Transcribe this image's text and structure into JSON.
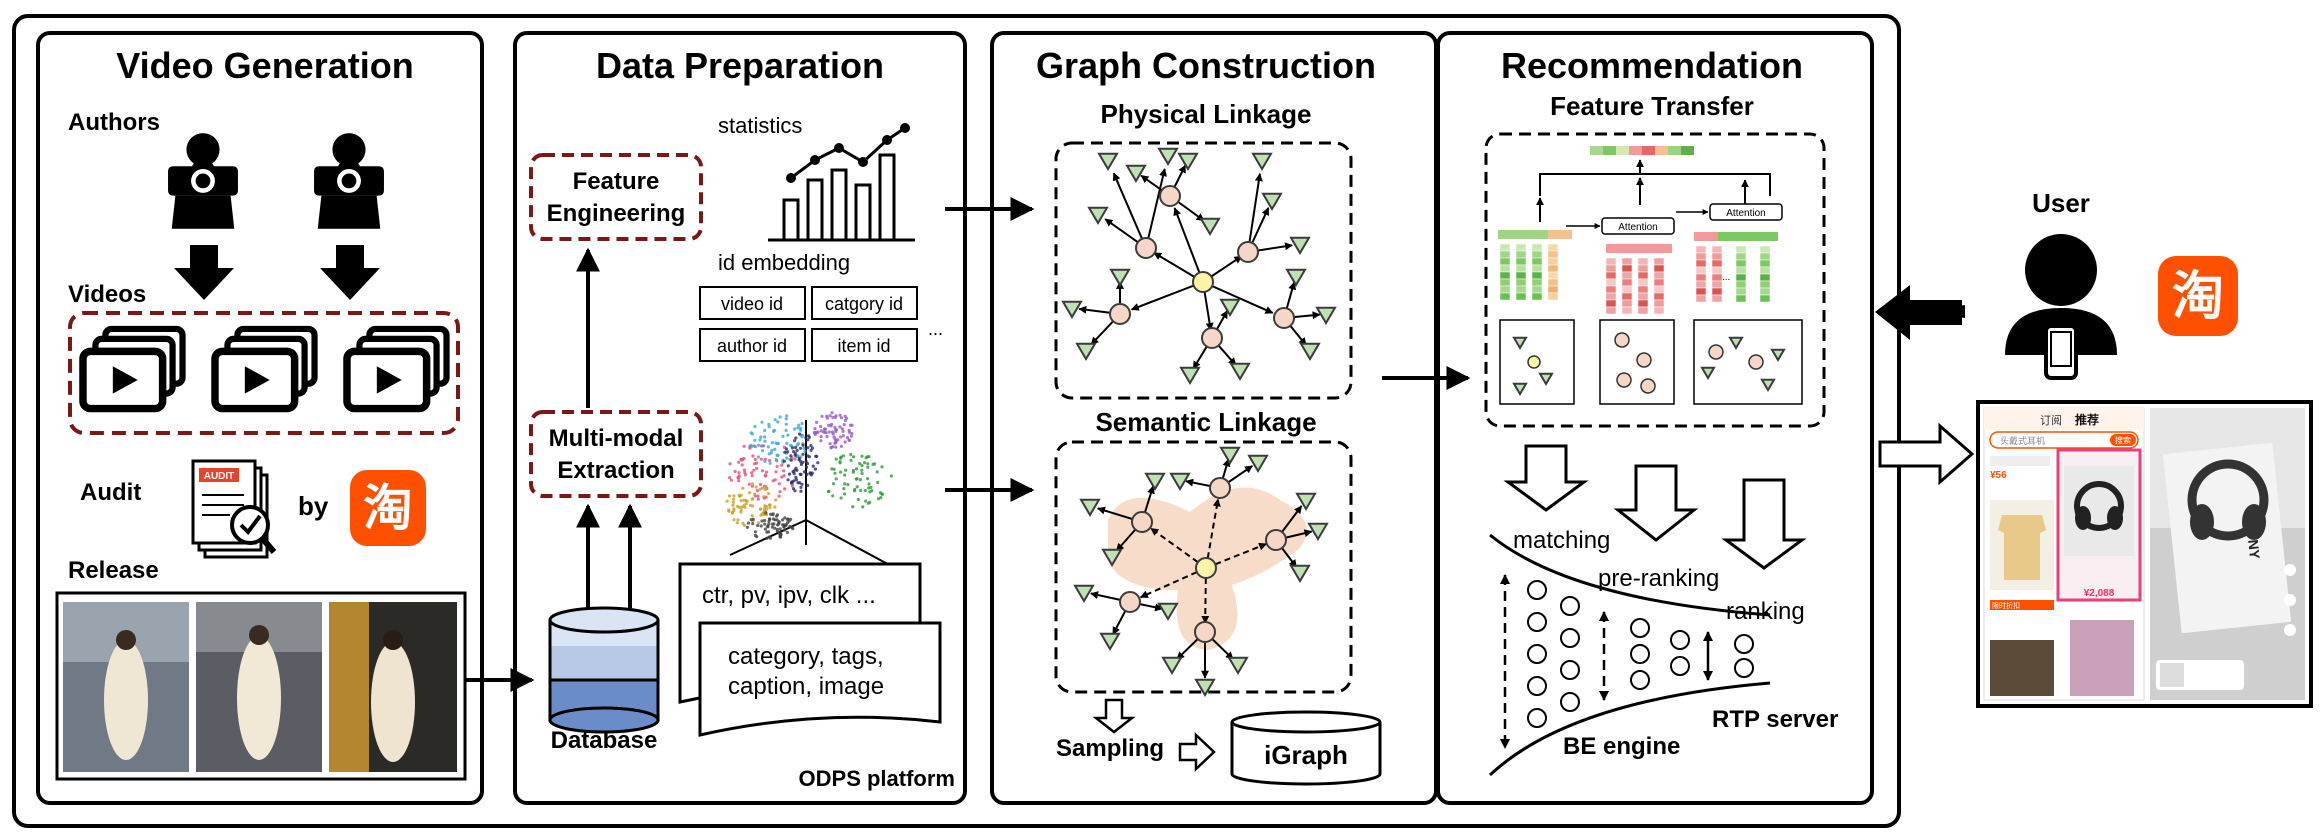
{
  "panels": {
    "video_generation": {
      "title": "Video Generation",
      "authors_label": "Authors",
      "videos_label": "Videos",
      "audit_label": "Audit",
      "audit_badge": "AUDIT",
      "by_label": "by",
      "release_label": "Release"
    },
    "data_preparation": {
      "title": "Data Preparation",
      "feature_engineering": [
        "Feature",
        "Engineering"
      ],
      "multimodal_extraction": [
        "Multi-modal",
        "Extraction"
      ],
      "statistics_label": "statistics",
      "id_embedding_label": "id embedding",
      "id_boxes": [
        "video id",
        "catgory id",
        "author id",
        "item id"
      ],
      "id_ellipsis": "...",
      "doc_back": "ctr, pv, ipv, clk ...",
      "doc_front": [
        "category, tags,",
        "caption, image"
      ],
      "database_label": "Database",
      "platform_label": "ODPS platform"
    },
    "graph_construction": {
      "title": "Graph Construction",
      "physical_linkage": "Physical Linkage",
      "semantic_linkage": "Semantic Linkage",
      "sampling_label": "Sampling",
      "igraph_label": "iGraph"
    },
    "recommendation": {
      "title": "Recommendation",
      "feature_transfer": "Feature Transfer",
      "attention_label": "Attention",
      "attention_label_2": "Attention",
      "dots": "...",
      "matching": "matching",
      "pre_ranking": "pre-ranking",
      "ranking": "ranking",
      "be_engine": "BE engine",
      "rtp_server": "RTP server"
    },
    "user": {
      "label": "User",
      "app_glyph": "淘"
    },
    "phone_ui": {
      "tab_recommend": "推荐",
      "tab_follow": "订阅",
      "search_placeholder": "头戴式耳机",
      "search_button": "搜索",
      "price_1": "¥56",
      "price_2": "¥2,088",
      "brand_text": "SONY",
      "promo_label": "限时折扣"
    }
  },
  "colors": {
    "dashed_red": "#7a1818",
    "taobao_orange": "#ff5000",
    "node_fill": "#f6d6c6",
    "center_node": "#fbf4a6",
    "triangle_fill": "#bfe0b2",
    "semantic_blob": "#f5d6bf",
    "db_top": "#d9e4f4",
    "db_mid": "#b7c9e6",
    "db_bottom": "#6a8cc9"
  }
}
